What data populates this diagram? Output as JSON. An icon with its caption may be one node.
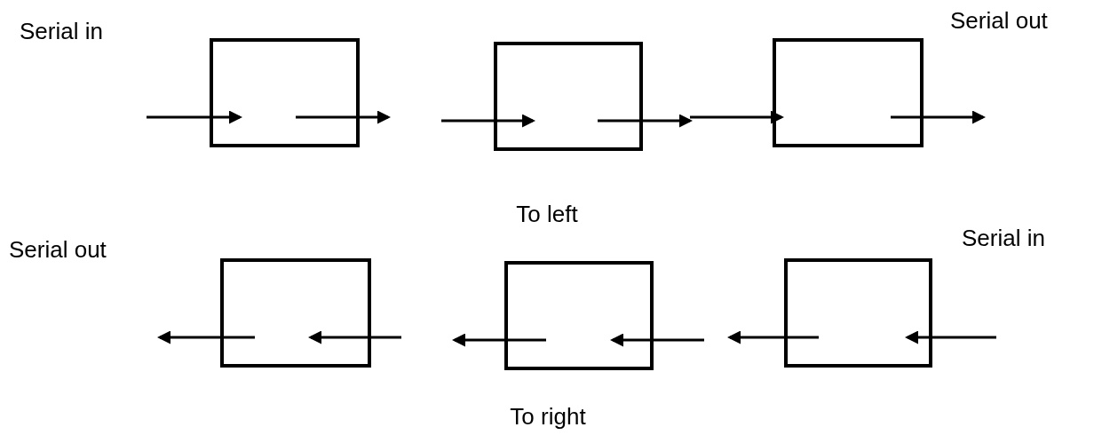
{
  "diagram": {
    "nodes": [
      {
        "text": [],
        "shape": "box"
      },
      {
        "text": [],
        "shape": "box"
      },
      {
        "text": [],
        "shape": "box"
      },
      {
        "text": [],
        "shape": "box"
      },
      {
        "text": [],
        "shape": "box"
      },
      {
        "text": [],
        "shape": "box"
      }
    ],
    "edges": [
      {
        "from": null,
        "to": 0,
        "arrow": "to"
      },
      {
        "from": 0,
        "to": null,
        "arrow": "to"
      },
      {
        "from": null,
        "to": 1,
        "arrow": "to"
      },
      {
        "from": 1,
        "to": null,
        "arrow": "to"
      },
      {
        "from": null,
        "to": 2,
        "arrow": "to"
      },
      {
        "from": 2,
        "to": null,
        "arrow": "to"
      },
      {
        "from": 3,
        "to": null,
        "arrow": "to"
      },
      {
        "from": null,
        "to": 3,
        "arrow": "to"
      },
      {
        "from": 4,
        "to": null,
        "arrow": "to"
      },
      {
        "from": null,
        "to": 4,
        "arrow": "to"
      },
      {
        "from": 5,
        "to": null,
        "arrow": "to"
      },
      {
        "from": null,
        "to": 5,
        "arrow": "to"
      }
    ],
    "labels": [
      "Serial in",
      "Serial out",
      "To left",
      "Serial out",
      "Serial in",
      "To right"
    ]
  }
}
